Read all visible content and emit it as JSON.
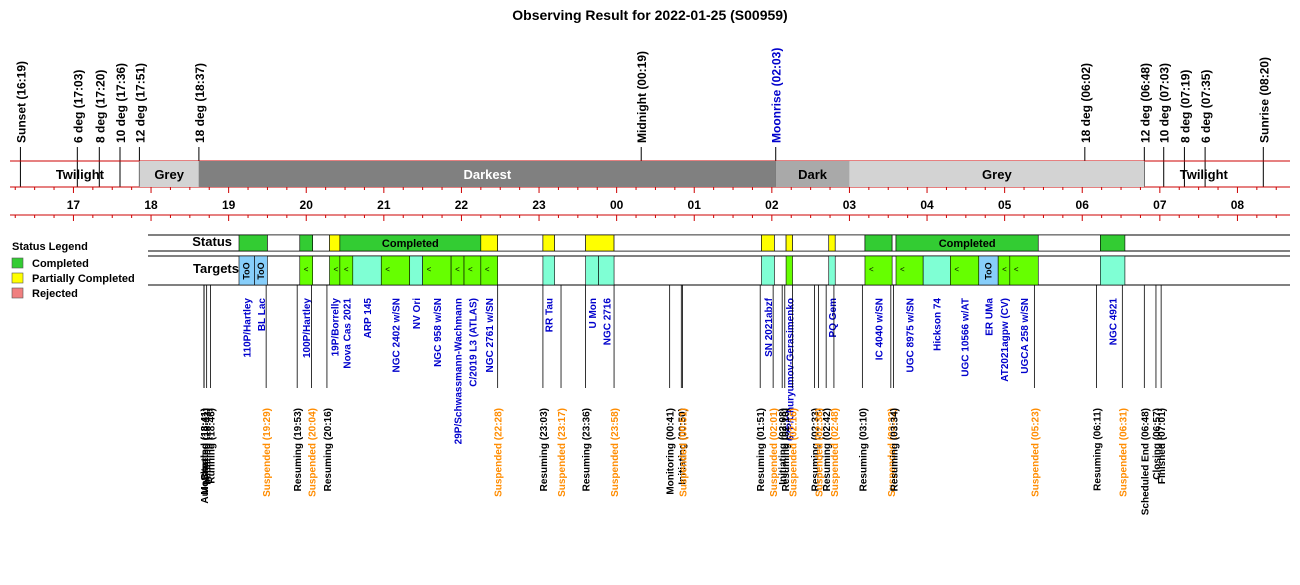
{
  "title": "Observing Result for 2022-01-25 (S00959)",
  "colors": {
    "axis_red": "#cc0000",
    "twilight": "#ffffff",
    "grey": "#d3d3d3",
    "darkest": "#808080",
    "dark": "#a9a9a9",
    "completed": "#33cc33",
    "partial": "#ffff00",
    "rejected": "#f08080",
    "target_green": "#66ff00",
    "target_teal": "#7fffd4",
    "target_blue": "#87cefa",
    "label_blue": "#0000cc",
    "label_orange": "#ff8c00",
    "label_black": "#000000"
  },
  "chart_data": {
    "type": "timeline",
    "x_unit": "hour of night (local)",
    "xlim": [
      16.1,
      8.55
    ],
    "top_events": [
      {
        "t": 16.3167,
        "label": "Sunset (16:19)",
        "color": "black"
      },
      {
        "t": 17.05,
        "label": "6 deg (17:03)",
        "color": "black"
      },
      {
        "t": 17.3333,
        "label": "8 deg (17:20)",
        "color": "black"
      },
      {
        "t": 17.6,
        "label": "10 deg (17:36)",
        "color": "black"
      },
      {
        "t": 17.85,
        "label": "12 deg (17:51)",
        "color": "black"
      },
      {
        "t": 18.6167,
        "label": "18 deg (18:37)",
        "color": "black"
      },
      {
        "t": 24.3167,
        "label": "Midnight (00:19)",
        "color": "black"
      },
      {
        "t": 26.05,
        "label": "Moonrise (02:03)",
        "color": "blue"
      },
      {
        "t": 30.0333,
        "label": "18 deg (06:02)",
        "color": "black"
      },
      {
        "t": 30.8,
        "label": "12 deg (06:48)",
        "color": "black"
      },
      {
        "t": 31.05,
        "label": "10 deg (07:03)",
        "color": "black"
      },
      {
        "t": 31.3167,
        "label": "8 deg (07:19)",
        "color": "black"
      },
      {
        "t": 31.5833,
        "label": "6 deg (07:35)",
        "color": "black"
      },
      {
        "t": 32.3333,
        "label": "Sunrise (08:20)",
        "color": "black"
      }
    ],
    "bands": [
      {
        "start": 16.3167,
        "end": 17.85,
        "label": "Twilight",
        "fill": "twilight"
      },
      {
        "start": 17.85,
        "end": 18.6167,
        "label": "Grey",
        "fill": "grey"
      },
      {
        "start": 18.6167,
        "end": 26.05,
        "label": "Darkest",
        "fill": "darkest"
      },
      {
        "start": 26.05,
        "end": 27.0,
        "label": "Dark",
        "fill": "dark"
      },
      {
        "start": 27.0,
        "end": 30.8,
        "label": "Grey",
        "fill": "grey"
      },
      {
        "start": 30.8,
        "end": 32.3333,
        "label": "Twilight",
        "fill": "twilight"
      }
    ],
    "hour_ticks": [
      "17",
      "18",
      "19",
      "20",
      "21",
      "22",
      "23",
      "00",
      "01",
      "02",
      "03",
      "04",
      "05",
      "06",
      "07",
      "08"
    ],
    "row_labels": {
      "status": "Status",
      "targets": "Targets"
    },
    "legend": {
      "title": "Status Legend",
      "items": [
        {
          "label": "Completed",
          "color": "completed"
        },
        {
          "label": "Partially Completed",
          "color": "partial"
        },
        {
          "label": "Rejected",
          "color": "rejected"
        }
      ]
    },
    "status_segments": [
      {
        "start": 19.1333,
        "end": 19.5,
        "status": "completed",
        "label": ""
      },
      {
        "start": 19.5,
        "end": 19.9167,
        "status": "none",
        "label": ""
      },
      {
        "start": 19.9167,
        "end": 20.0833,
        "status": "completed",
        "label": ""
      },
      {
        "start": 20.0833,
        "end": 20.3,
        "status": "none",
        "label": ""
      },
      {
        "start": 20.3,
        "end": 20.4333,
        "status": "partial",
        "label": ""
      },
      {
        "start": 20.4333,
        "end": 22.25,
        "status": "completed",
        "label": "Completed"
      },
      {
        "start": 22.25,
        "end": 22.4667,
        "status": "partial",
        "label": ""
      },
      {
        "start": 22.4667,
        "end": 23.05,
        "status": "none",
        "label": ""
      },
      {
        "start": 23.05,
        "end": 23.2,
        "status": "partial",
        "label": ""
      },
      {
        "start": 23.2,
        "end": 23.6,
        "status": "none",
        "label": ""
      },
      {
        "start": 23.6,
        "end": 23.9667,
        "status": "partial",
        "label": ""
      },
      {
        "start": 23.9667,
        "end": 25.8667,
        "status": "none",
        "label": ""
      },
      {
        "start": 25.8667,
        "end": 26.0333,
        "status": "partial",
        "label": ""
      },
      {
        "start": 26.0333,
        "end": 26.1833,
        "status": "none",
        "label": ""
      },
      {
        "start": 26.1833,
        "end": 26.2667,
        "status": "partial",
        "label": ""
      },
      {
        "start": 26.2667,
        "end": 26.7333,
        "status": "none",
        "label": ""
      },
      {
        "start": 26.7333,
        "end": 26.8167,
        "status": "partial",
        "label": ""
      },
      {
        "start": 26.8167,
        "end": 27.2,
        "status": "none",
        "label": ""
      },
      {
        "start": 27.2,
        "end": 27.55,
        "status": "completed",
        "label": ""
      },
      {
        "start": 27.55,
        "end": 27.6,
        "status": "none",
        "label": ""
      },
      {
        "start": 27.6,
        "end": 29.4333,
        "status": "completed",
        "label": "Completed"
      },
      {
        "start": 29.4333,
        "end": 30.2333,
        "status": "none",
        "label": ""
      },
      {
        "start": 30.2333,
        "end": 30.55,
        "status": "completed",
        "label": ""
      }
    ],
    "target_blocks": [
      {
        "start": 19.1333,
        "end": 19.3333,
        "fill": "blue",
        "tag": "ToO",
        "name": "110P/Hartley"
      },
      {
        "start": 19.3333,
        "end": 19.5,
        "fill": "blue",
        "tag": "ToO",
        "name": "BL Lac"
      },
      {
        "start": 19.9167,
        "end": 20.0833,
        "fill": "green",
        "tag": "<",
        "name": "100P/Hartley"
      },
      {
        "start": 20.3,
        "end": 20.4333,
        "fill": "green",
        "tag": "<",
        "name": "19P/Borrelly"
      },
      {
        "start": 20.4333,
        "end": 20.6,
        "fill": "green",
        "tag": "<",
        "name": "Nova Cas 2021"
      },
      {
        "start": 20.6,
        "end": 20.9667,
        "fill": "teal",
        "tag": "",
        "name": "ARP 145"
      },
      {
        "start": 20.9667,
        "end": 21.3333,
        "fill": "green",
        "tag": "<",
        "name": "NGC 2402 w/SN"
      },
      {
        "start": 21.3333,
        "end": 21.5,
        "fill": "teal",
        "tag": "",
        "name": "NV Ori"
      },
      {
        "start": 21.5,
        "end": 21.8667,
        "fill": "green",
        "tag": "<",
        "name": "NGC 958 w/SN"
      },
      {
        "start": 21.8667,
        "end": 22.0333,
        "fill": "green",
        "tag": "<",
        "name": "29P/Schwassmann-Wachmann"
      },
      {
        "start": 22.0333,
        "end": 22.25,
        "fill": "green",
        "tag": "<",
        "name": "C/2019 L3 (ATLAS)"
      },
      {
        "start": 22.25,
        "end": 22.4667,
        "fill": "green",
        "tag": "<",
        "name": "NGC 2761 w/SN"
      },
      {
        "start": 23.05,
        "end": 23.2,
        "fill": "teal",
        "tag": "",
        "name": "RR Tau"
      },
      {
        "start": 23.6,
        "end": 23.7667,
        "fill": "teal",
        "tag": "",
        "name": "U Mon"
      },
      {
        "start": 23.7667,
        "end": 23.9667,
        "fill": "teal",
        "tag": "",
        "name": "NGC 2716"
      },
      {
        "start": 25.8667,
        "end": 26.0333,
        "fill": "teal",
        "tag": "",
        "name": "SN 2021abzf"
      },
      {
        "start": 26.1833,
        "end": 26.2667,
        "fill": "green",
        "tag": "",
        "name": "67P/Churyumov-Gerasimenko"
      },
      {
        "start": 26.7333,
        "end": 26.8167,
        "fill": "teal",
        "tag": "",
        "name": "PQ Gem"
      },
      {
        "start": 27.2,
        "end": 27.55,
        "fill": "green",
        "tag": "<",
        "name": "IC 4040 w/SN"
      },
      {
        "start": 27.6,
        "end": 27.95,
        "fill": "green",
        "tag": "<",
        "name": "UGC 8975 w/SN"
      },
      {
        "start": 27.95,
        "end": 28.3,
        "fill": "teal",
        "tag": "",
        "name": "Hickson 74"
      },
      {
        "start": 28.3,
        "end": 28.6667,
        "fill": "green",
        "tag": "<",
        "name": "UGC 10566 w/AT"
      },
      {
        "start": 28.6667,
        "end": 28.9167,
        "fill": "blue",
        "tag": "ToO",
        "name": "ER UMa"
      },
      {
        "start": 28.9167,
        "end": 29.0667,
        "fill": "green",
        "tag": "<",
        "name": "AT2021agpw (CV)"
      },
      {
        "start": 29.0667,
        "end": 29.4333,
        "fill": "green",
        "tag": "<",
        "name": "UGCA 258 w/SN"
      },
      {
        "start": 30.2333,
        "end": 30.55,
        "fill": "teal",
        "tag": "",
        "name": "NGC 4921"
      }
    ],
    "bottom_events": [
      {
        "t": 18.6833,
        "label": "Monitoring (18:41)",
        "color": "black"
      },
      {
        "t": 18.6833,
        "label": "AutoStarting (18:41)",
        "color": "black"
      },
      {
        "t": 18.6833,
        "label": "Created (18:41)",
        "color": "black"
      },
      {
        "t": 18.7167,
        "label": "Initiating (18:43)",
        "color": "black"
      },
      {
        "t": 18.7667,
        "label": "Running (18:46)",
        "color": "black"
      },
      {
        "t": 19.4833,
        "label": "Suspended (19:29)",
        "color": "orange"
      },
      {
        "t": 19.8833,
        "label": "Resuming (19:53)",
        "color": "black"
      },
      {
        "t": 20.0667,
        "label": "Suspended (20:04)",
        "color": "orange"
      },
      {
        "t": 20.2667,
        "label": "Resuming (20:16)",
        "color": "black"
      },
      {
        "t": 22.4667,
        "label": "Suspended (22:28)",
        "color": "orange"
      },
      {
        "t": 23.05,
        "label": "Resuming (23:03)",
        "color": "black"
      },
      {
        "t": 23.2833,
        "label": "Suspended (23:17)",
        "color": "orange"
      },
      {
        "t": 23.6,
        "label": "Resuming (23:36)",
        "color": "black"
      },
      {
        "t": 23.9667,
        "label": "Suspended (23:58)",
        "color": "orange"
      },
      {
        "t": 24.6833,
        "label": "Monitoring (00:41)",
        "color": "black"
      },
      {
        "t": 24.8333,
        "label": "Initiating (00:50)",
        "color": "black"
      },
      {
        "t": 24.85,
        "label": "Suspended (00:51)",
        "color": "orange"
      },
      {
        "t": 25.85,
        "label": "Resuming (01:51)",
        "color": "black"
      },
      {
        "t": 26.0167,
        "label": "Suspended (02:01)",
        "color": "orange"
      },
      {
        "t": 26.1333,
        "label": "Initiating (02:08)",
        "color": "black"
      },
      {
        "t": 26.1667,
        "label": "Resuming (02:10)",
        "color": "black"
      },
      {
        "t": 26.2667,
        "label": "Suspended (02:16)",
        "color": "orange"
      },
      {
        "t": 26.55,
        "label": "Resuming (02:33)",
        "color": "black"
      },
      {
        "t": 26.6,
        "label": "Suspended (02:36)",
        "color": "orange"
      },
      {
        "t": 26.7,
        "label": "Resuming (02:42)",
        "color": "black"
      },
      {
        "t": 26.8,
        "label": "Suspended (02:48)",
        "color": "orange"
      },
      {
        "t": 27.1667,
        "label": "Resuming (03:10)",
        "color": "black"
      },
      {
        "t": 27.5333,
        "label": "Suspended (03:32)",
        "color": "orange"
      },
      {
        "t": 27.5667,
        "label": "Resuming (03:34)",
        "color": "black"
      },
      {
        "t": 29.3833,
        "label": "Suspended (05:23)",
        "color": "orange"
      },
      {
        "t": 30.1833,
        "label": "Resuming (06:11)",
        "color": "black"
      },
      {
        "t": 30.5167,
        "label": "Suspended (06:31)",
        "color": "orange"
      },
      {
        "t": 30.8,
        "label": "Scheduled End (06:48)",
        "color": "black"
      },
      {
        "t": 30.95,
        "label": "Closing (06:57)",
        "color": "black"
      },
      {
        "t": 31.0167,
        "label": "Finished (07:01)",
        "color": "black"
      }
    ]
  }
}
